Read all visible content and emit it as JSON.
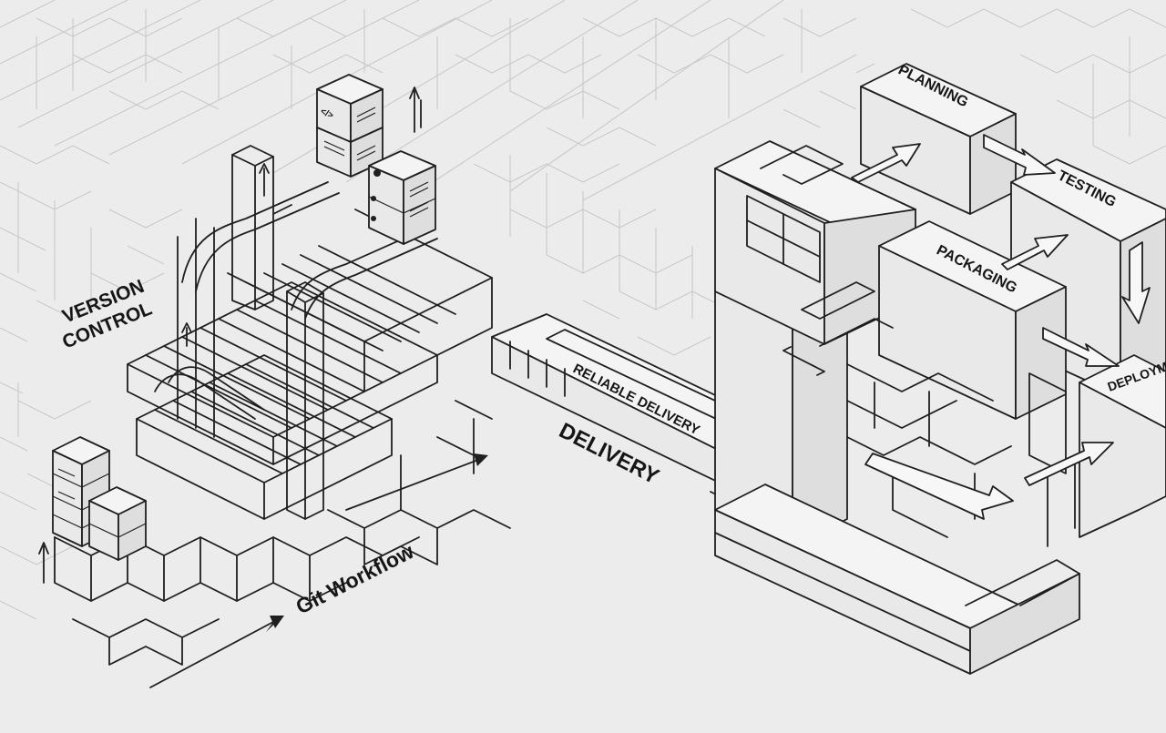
{
  "labels": {
    "version_control_line1": "VERSION",
    "version_control_line2": "CONTROL",
    "git_workflow": "Git Workflow",
    "delivery": "DELIVERY",
    "reliable_delivery": "RELIABLE DELIVERY",
    "planning": "PLANNING",
    "testing": "TESTING",
    "packaging": "PACKAGING",
    "deployment": "DEPLOYM"
  },
  "code_glyph": "</>",
  "colors": {
    "background": "#ececec",
    "line": "#1f1f1f",
    "faint_line": "#c9c9c9"
  }
}
